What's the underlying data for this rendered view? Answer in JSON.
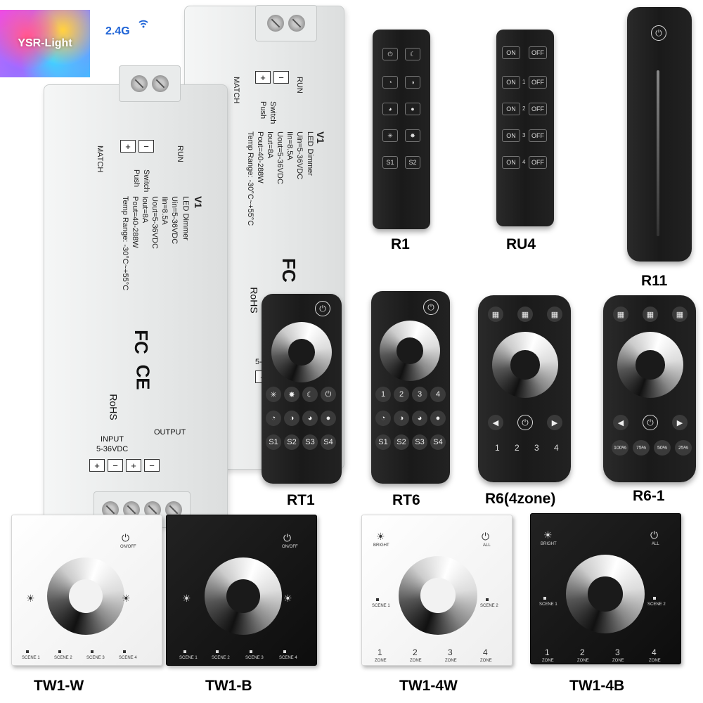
{
  "brand": {
    "name": "YSR-Light",
    "frequency": "2.4G"
  },
  "module": {
    "match": "MATCH",
    "run": "RUN",
    "switch": "Switch",
    "push": "Push",
    "model": "V1",
    "title": "LED Dimmer",
    "specs": [
      "Uin=5-36VDC",
      "Iin=8.5A",
      "Uout=5-36VDC",
      "Iout=8A",
      "Pout=40-288W",
      "Temp Range: -30°C~+55°C"
    ],
    "fc": "FC",
    "ce": "CE",
    "rohs": "RoHS",
    "input": "INPUT",
    "input_voltage": "5-36VDC",
    "output": "OUTPUT",
    "plus": "+",
    "minus": "−"
  },
  "remotes": {
    "r1": {
      "label": "R1",
      "buttons": [
        "S1",
        "S2"
      ]
    },
    "ru4": {
      "label": "RU4",
      "on": "ON",
      "off": "OFF",
      "zones": [
        "1",
        "2",
        "3",
        "4"
      ]
    },
    "r11": {
      "label": "R11"
    },
    "rt1": {
      "label": "RT1",
      "buttons": [
        "S1",
        "S2",
        "S3",
        "S4"
      ]
    },
    "rt6": {
      "label": "RT6",
      "zones": [
        "1",
        "2",
        "3",
        "4"
      ],
      "buttons": [
        "S1",
        "S2",
        "S3",
        "S4"
      ]
    },
    "r6": {
      "label": "R6(4zone)",
      "zones": [
        "1",
        "2",
        "3",
        "4"
      ]
    },
    "r61": {
      "label": "R6-1",
      "levels": [
        "100%",
        "75%",
        "50%",
        "25%"
      ]
    }
  },
  "panels": {
    "tw1w": {
      "label": "TW1-W",
      "power": "ON/OFF",
      "scenes": [
        "SCENE 1",
        "SCENE 2",
        "SCENE 3",
        "SCENE 4"
      ]
    },
    "tw1b": {
      "label": "TW1-B",
      "power": "ON/OFF",
      "scenes": [
        "SCENE 1",
        "SCENE 2",
        "SCENE 3",
        "SCENE 4"
      ]
    },
    "tw14w": {
      "label": "TW1-4W",
      "power": "ALL",
      "bright": "BRIGHT",
      "scene1": "SCENE 1",
      "scene2": "SCENE 2",
      "zones": [
        "1",
        "2",
        "3",
        "4"
      ],
      "zone": "ZONE"
    },
    "tw14b": {
      "label": "TW1-4B",
      "power": "ALL",
      "bright": "BRIGHT",
      "scene1": "SCENE 1",
      "scene2": "SCENE 2",
      "zones": [
        "1",
        "2",
        "3",
        "4"
      ],
      "zone": "ZONE"
    }
  }
}
